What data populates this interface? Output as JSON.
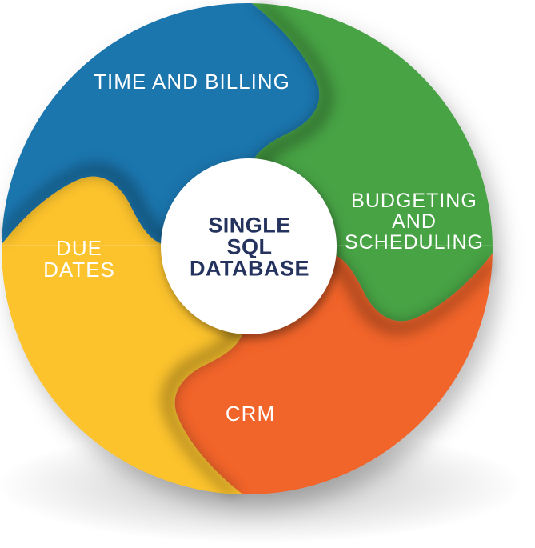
{
  "diagram": {
    "title_semantic": "single-sql-database-cycle",
    "flow_direction": "clockwise",
    "label_color": "#ffffff",
    "center": {
      "label": "SINGLE\nSQL\nDATABASE",
      "text_color": "#24335e",
      "bg_color": "#ffffff"
    },
    "segments": [
      {
        "id": "time-and-billing",
        "label": "TIME AND BILLING",
        "color": "#1b76ae",
        "position": "top"
      },
      {
        "id": "budgeting-and-scheduling",
        "label": "BUDGETING\nAND\nSCHEDULING",
        "color": "#48a345",
        "position": "right"
      },
      {
        "id": "crm",
        "label": "CRM",
        "color": "#f1642a",
        "position": "bottom"
      },
      {
        "id": "due-dates",
        "label": "DUE\nDATES",
        "color": "#fcc32d",
        "position": "left"
      }
    ]
  }
}
